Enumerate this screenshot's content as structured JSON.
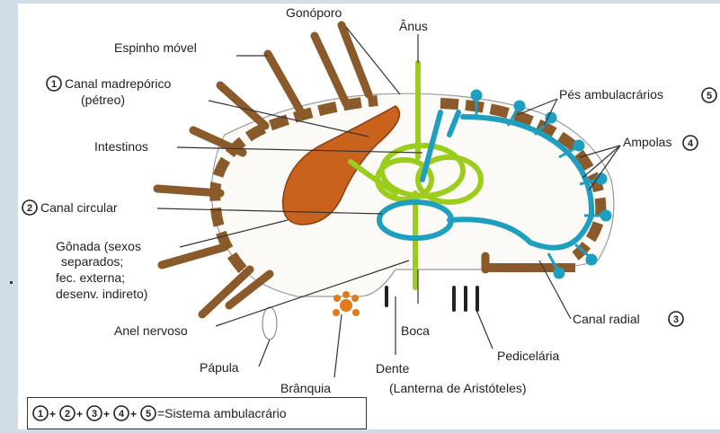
{
  "diagram": {
    "labels": {
      "gonoporo": "Gonóporo",
      "anus": "Ânus",
      "espinho": "Espinho móvel",
      "canal_madreporico_1": "Canal madrepórico",
      "canal_madreporico_2": "(pétreo)",
      "pes": "Pés ambulacrários",
      "intestinos": "Intestinos",
      "ampolas": "Ampolas",
      "canal_circular": "Canal circular",
      "gonada_1": "Gônada (sexos",
      "gonada_2": "separados;",
      "gonada_3": "fec. externa;",
      "gonada_4": "desenv. indireto)",
      "anel": "Anel nervoso",
      "boca": "Boca",
      "canal_radial": "Canal radial",
      "papula": "Pápula",
      "pedicelaria": "Pedicelária",
      "dente_1": "Dente",
      "dente_2": "(Lanterna de Aristóteles)",
      "branquia": "Brânquia"
    },
    "numbers": {
      "canal_madreporico": "1",
      "canal_circular": "2",
      "canal_radial": "3",
      "ampolas": "4",
      "pes": "5"
    },
    "legend": {
      "n1": "1",
      "n2": "2",
      "n3": "3",
      "n4": "4",
      "n5": "5",
      "plus": "+",
      "text": "=Sistema ambulacrário"
    }
  },
  "colors": {
    "spine": "#8b5a2b",
    "gonad": "#c9621c",
    "ambulacral": "#1f9fc0",
    "intestine": "#9ccc1c"
  }
}
